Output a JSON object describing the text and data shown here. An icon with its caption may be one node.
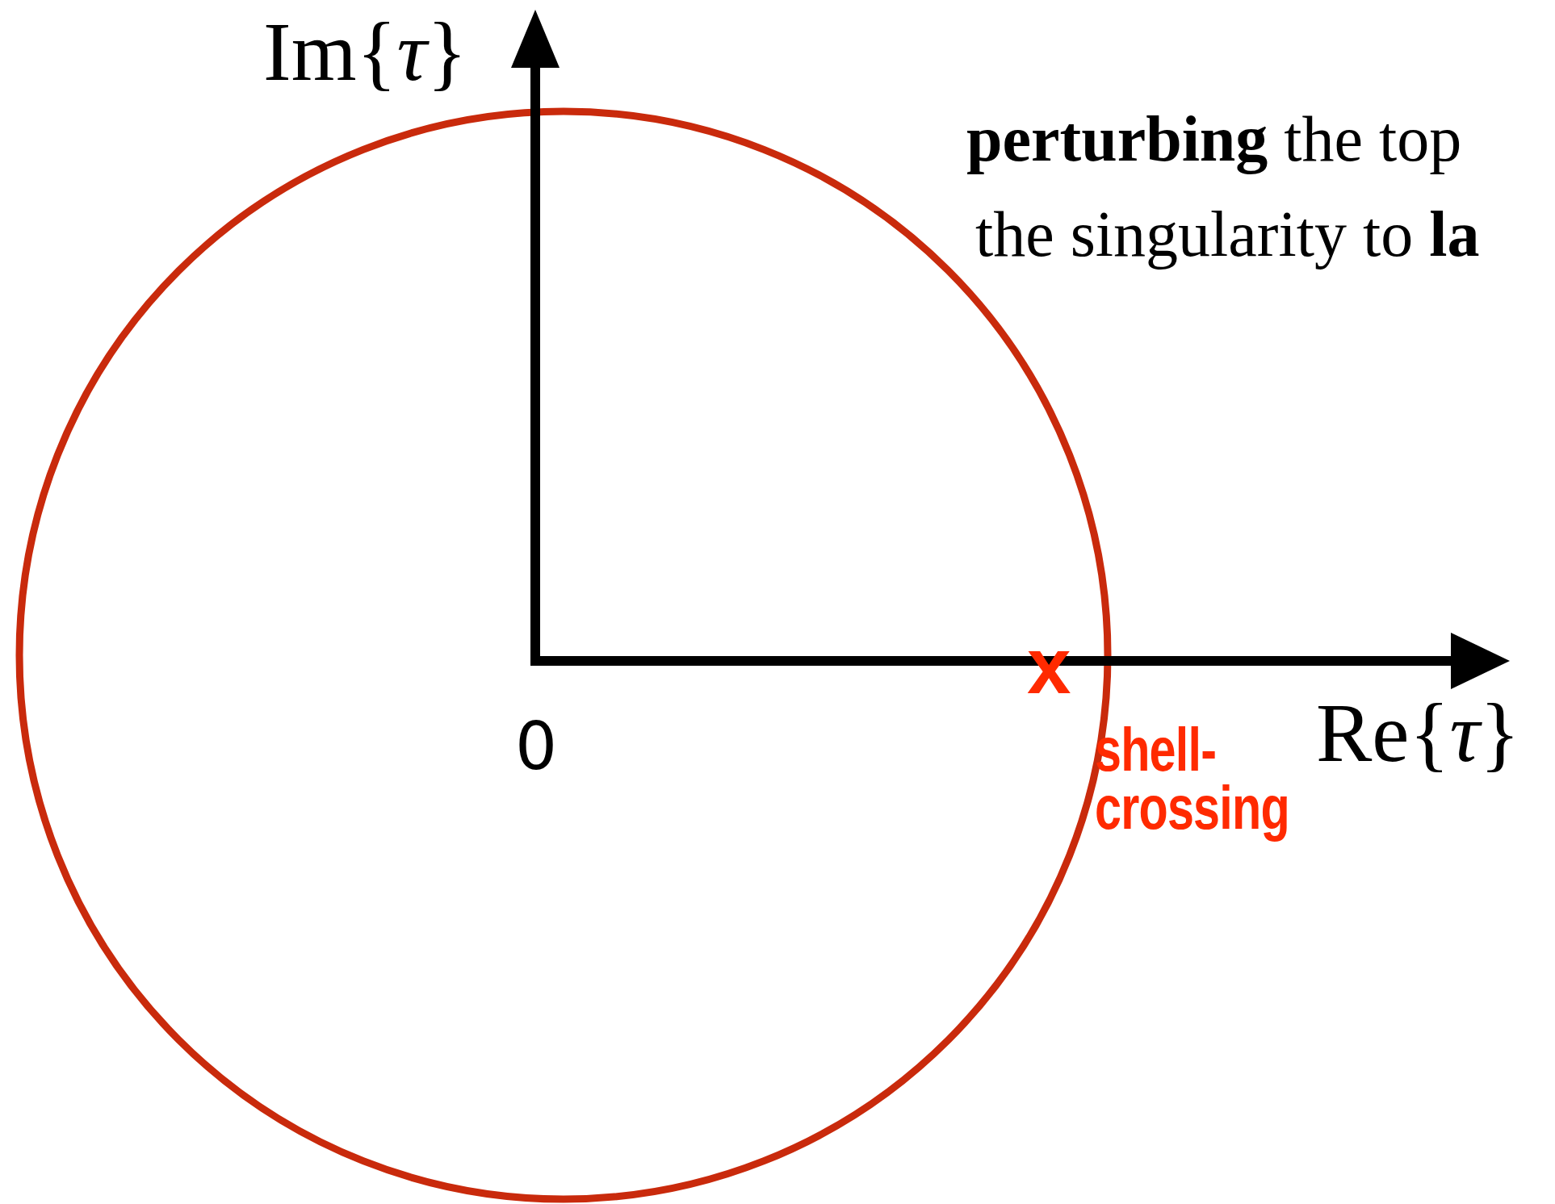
{
  "diagram": {
    "labels": [
      "Im{*τ*}",
      "**perturbing** the top",
      "the singularity to **la**",
      "0",
      "x",
      "shell-crossing",
      "Re{*τ*}"
    ]
  }
}
